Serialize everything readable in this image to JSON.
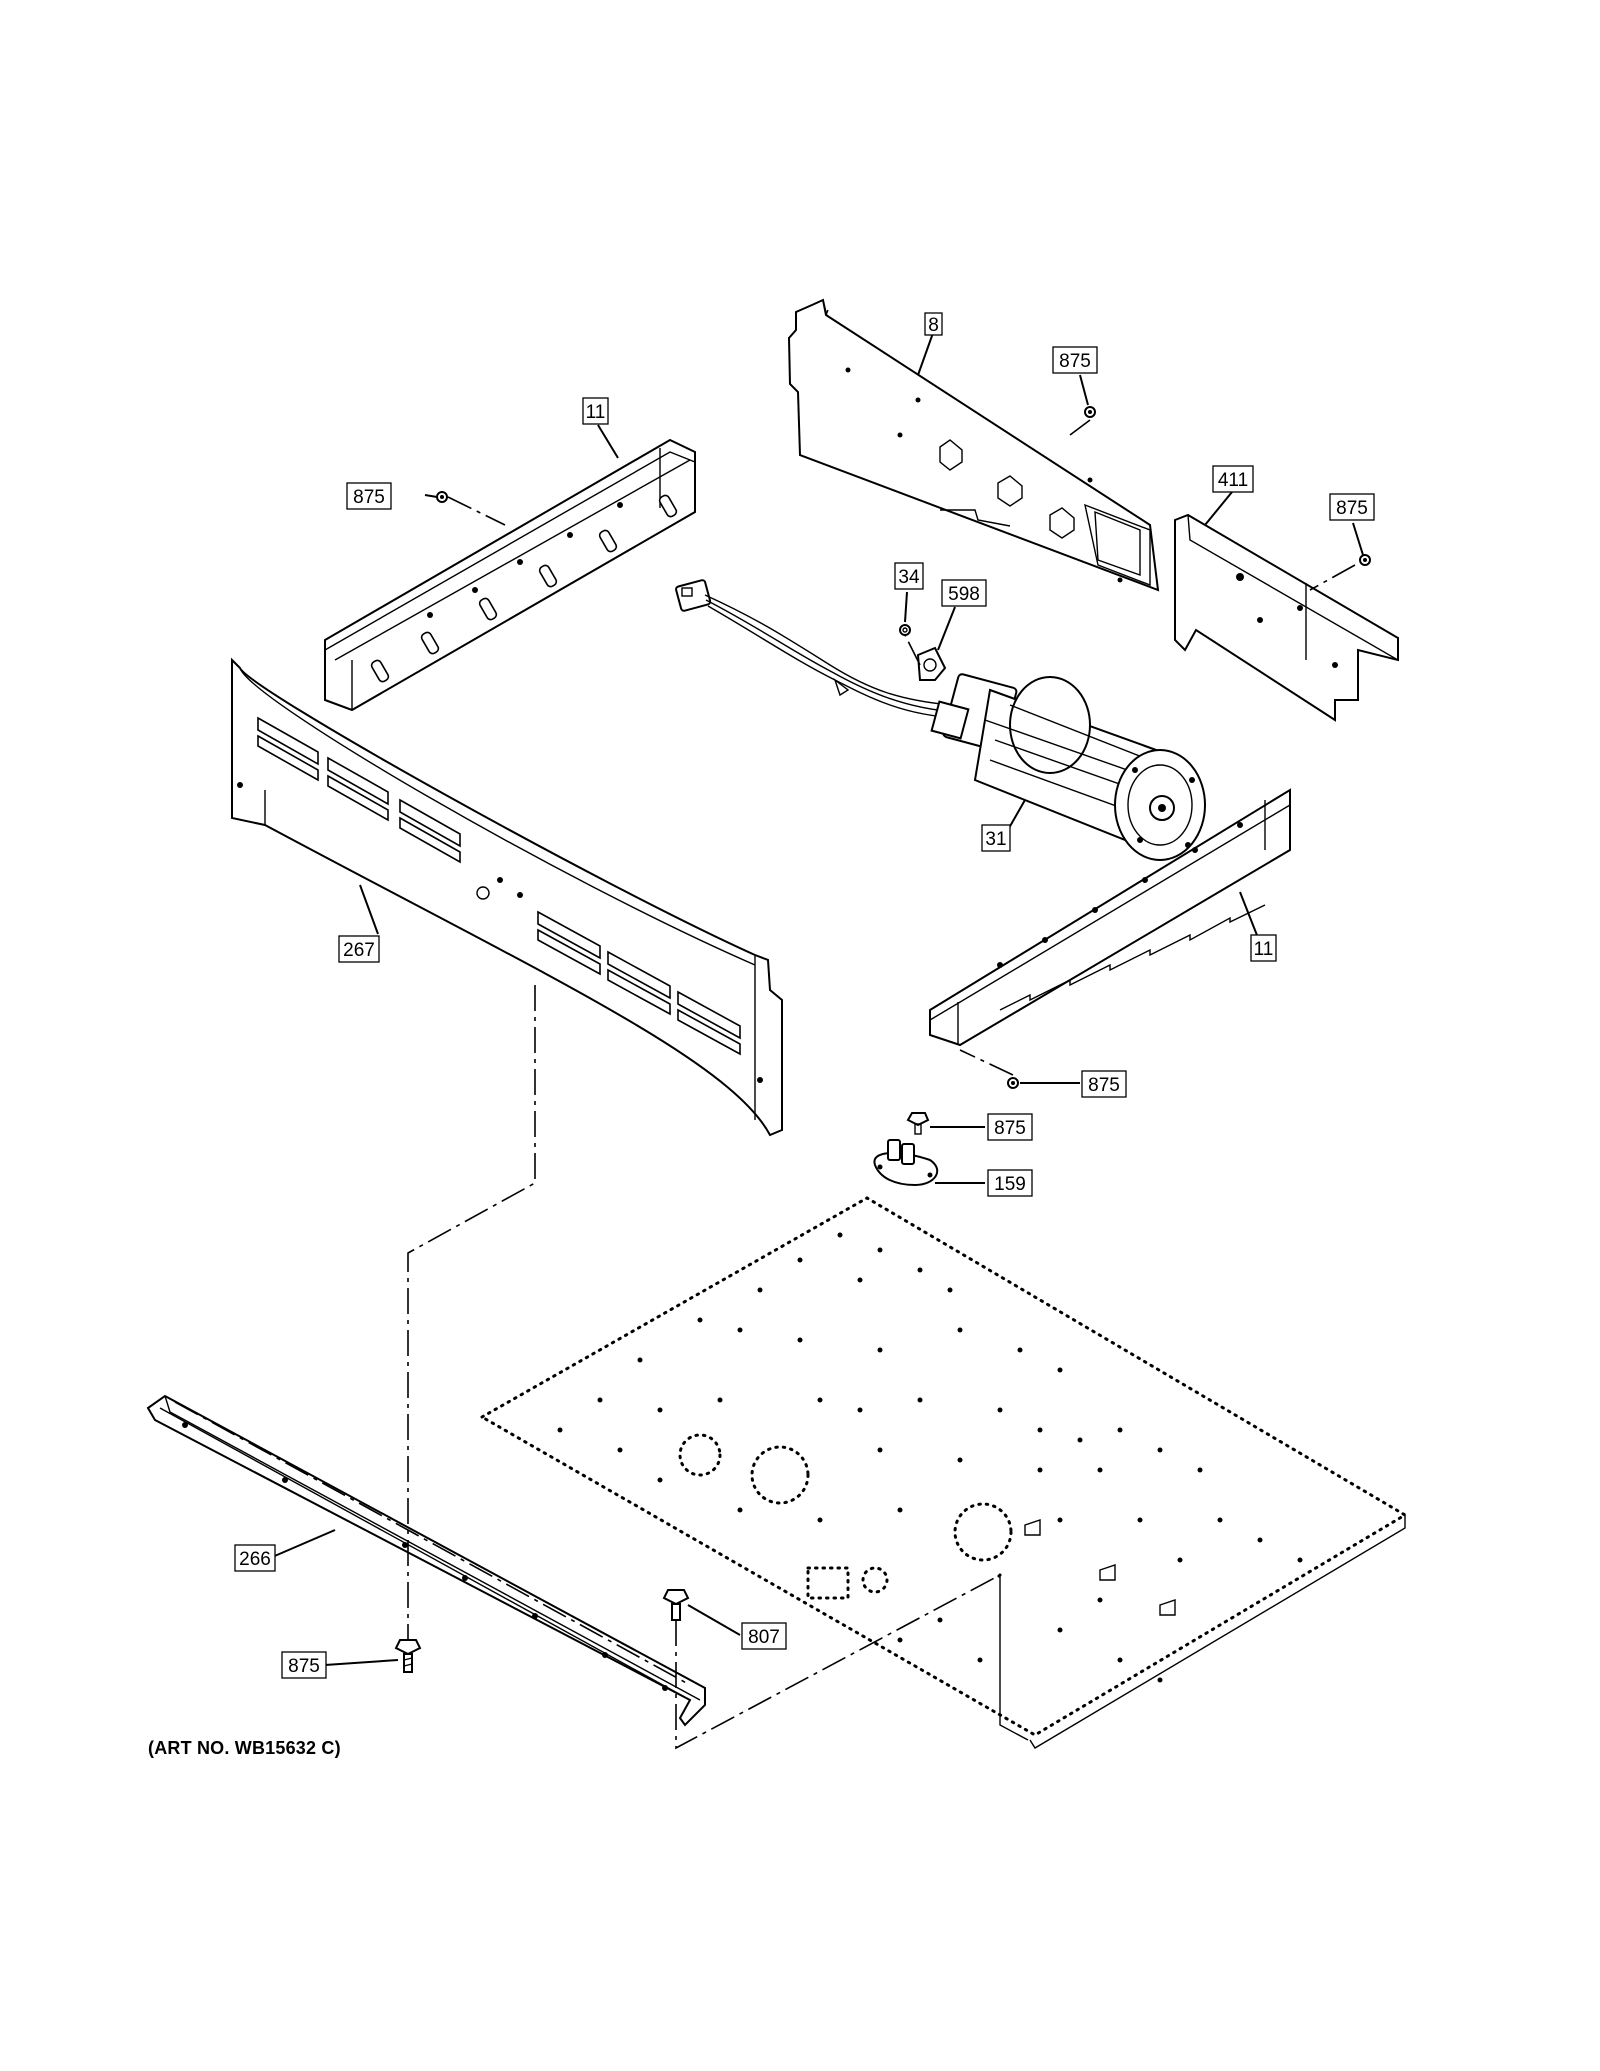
{
  "labels": {
    "shield_rear": "8",
    "screw_rear_upper": "875",
    "rail_left": "11",
    "screw_rail_left": "875",
    "bracket": "411",
    "screw_bracket": "875",
    "nut": "34",
    "gasket": "598",
    "blower": "31",
    "baffle": "267",
    "rail_right": "11",
    "screw_rail_right": "875",
    "screw_thermostat": "875",
    "thermostat": "159",
    "channel": "266",
    "screw_channel": "875",
    "screw_base": "807"
  },
  "art_number": "(ART NO. WB15632 C)"
}
